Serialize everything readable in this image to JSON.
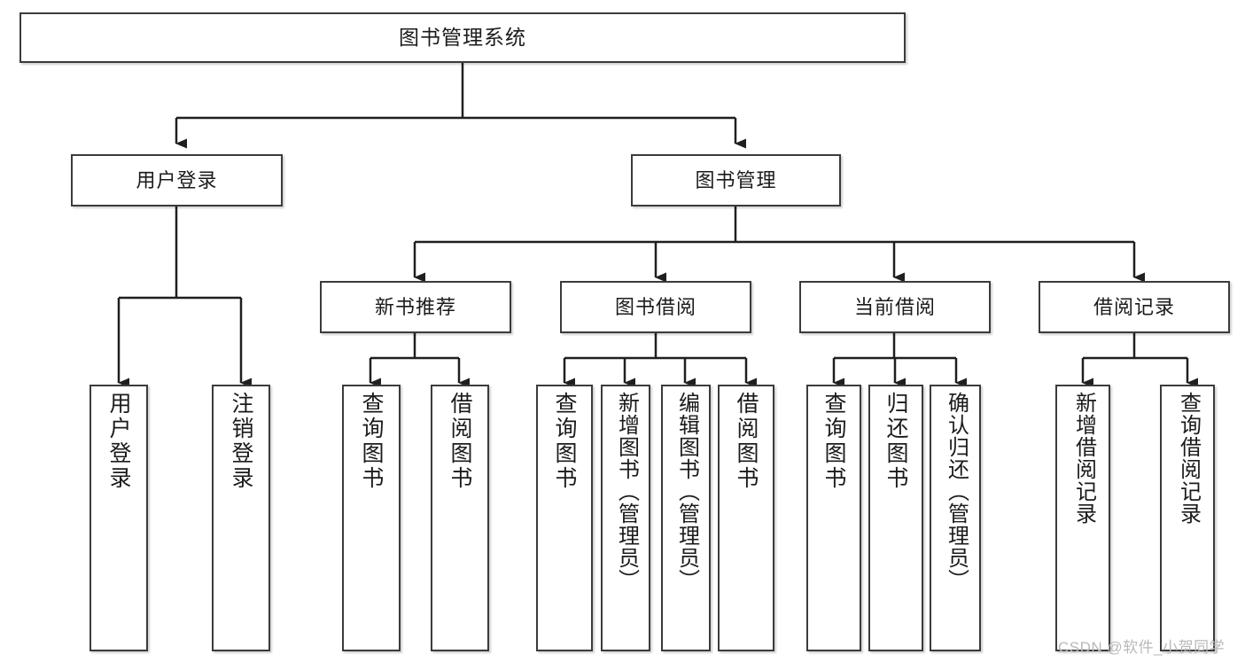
{
  "diagram": {
    "title": "图书管理系统",
    "type": "tree-hierarchy",
    "orientation": "top-down",
    "colors": {
      "box_border": "#3b3b3b",
      "box_fill": "#ffffff",
      "edge": "#1f1f1f",
      "text": "#1b1b1b",
      "watermark": "#b9b9b9",
      "background": "#ffffff"
    }
  },
  "root": {
    "id": "root",
    "label": "图书管理系统"
  },
  "level2": [
    {
      "id": "user-login",
      "label": "用户登录"
    },
    {
      "id": "book-manage",
      "label": "图书管理"
    }
  ],
  "level3": [
    {
      "id": "new-book-rec",
      "label": "新书推荐",
      "parent": "book-manage"
    },
    {
      "id": "book-borrow",
      "label": "图书借阅",
      "parent": "book-manage"
    },
    {
      "id": "current-borrow",
      "label": "当前借阅",
      "parent": "book-manage"
    },
    {
      "id": "borrow-record",
      "label": "借阅记录",
      "parent": "book-manage"
    }
  ],
  "leaves": {
    "user_login": [
      {
        "id": "leaf-user-login",
        "label": "用户登录"
      },
      {
        "id": "leaf-user-logout",
        "label": "注销登录"
      }
    ],
    "new_book_rec": [
      {
        "id": "leaf-query-book-1",
        "label": "查询图书"
      },
      {
        "id": "leaf-borrow-book-1",
        "label": "借阅图书"
      }
    ],
    "book_borrow": [
      {
        "id": "leaf-query-book-2",
        "label": "查询图书"
      },
      {
        "id": "leaf-add-book",
        "label": "新增图书（管理员）"
      },
      {
        "id": "leaf-edit-book",
        "label": "编辑图书（管理员）"
      },
      {
        "id": "leaf-borrow-book-2",
        "label": "借阅图书"
      }
    ],
    "current_borrow": [
      {
        "id": "leaf-query-book-3",
        "label": "查询图书"
      },
      {
        "id": "leaf-return-book",
        "label": "归还图书"
      },
      {
        "id": "leaf-confirm-return",
        "label": "确认归还（管理员）"
      }
    ],
    "borrow_record": [
      {
        "id": "leaf-add-record",
        "label": "新增借阅记录"
      },
      {
        "id": "leaf-query-record",
        "label": "查询借阅记录"
      }
    ]
  },
  "watermark": {
    "text": "CSDN @软件_小贺同学"
  }
}
